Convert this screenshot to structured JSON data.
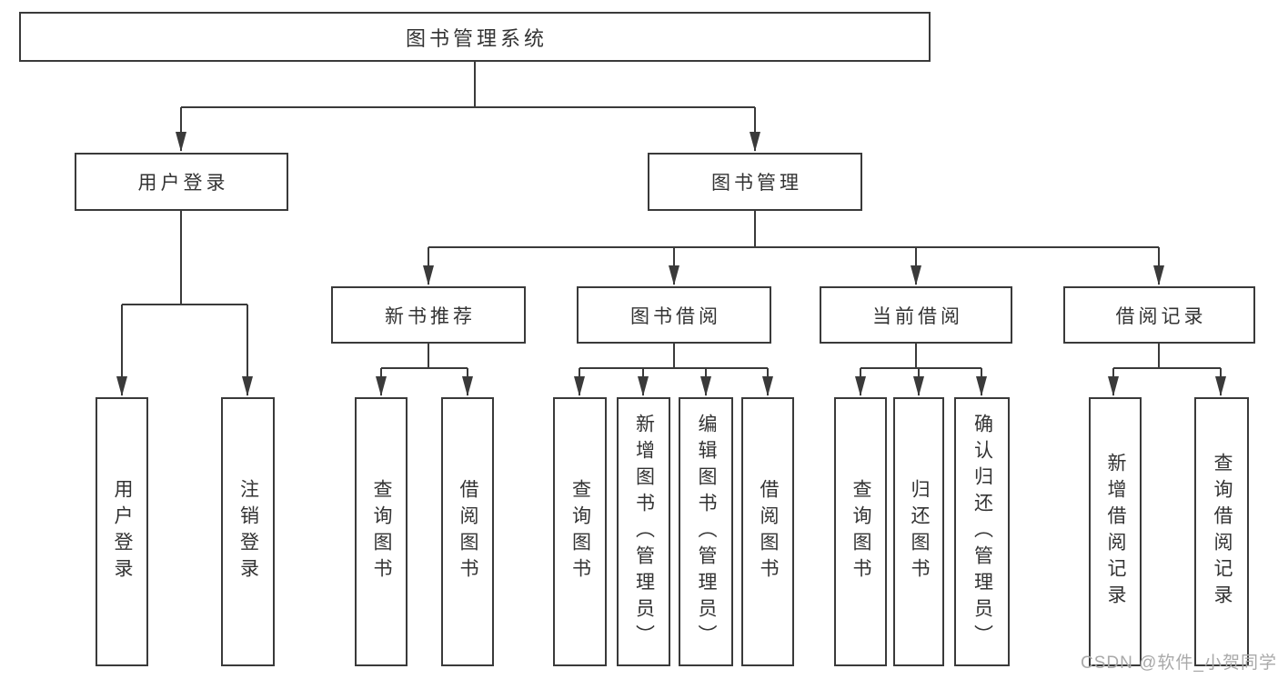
{
  "diagram": {
    "root": {
      "label": "图书管理系统"
    },
    "branches": [
      {
        "label": "用户登录",
        "children": [
          "用户登录",
          "注销登录"
        ]
      },
      {
        "label": "图书管理",
        "groups": [
          {
            "label": "新书推荐",
            "children": [
              "查询图书",
              "借阅图书"
            ]
          },
          {
            "label": "图书借阅",
            "children": [
              "查询图书",
              "新增图书（管理员）",
              "编辑图书（管理员）",
              "借阅图书"
            ]
          },
          {
            "label": "当前借阅",
            "children": [
              "查询图书",
              "归还图书",
              "确认归还（管理员）"
            ]
          },
          {
            "label": "借阅记录",
            "children": [
              "新增借阅记录",
              "查询借阅记录"
            ]
          }
        ]
      }
    ]
  },
  "watermark": {
    "text": "CSDN @软件_小贺同学"
  },
  "colors": {
    "line": "#3a3a3a",
    "text": "#333333",
    "box_background": "#ffffff",
    "watermark": "#a9a9a9"
  }
}
